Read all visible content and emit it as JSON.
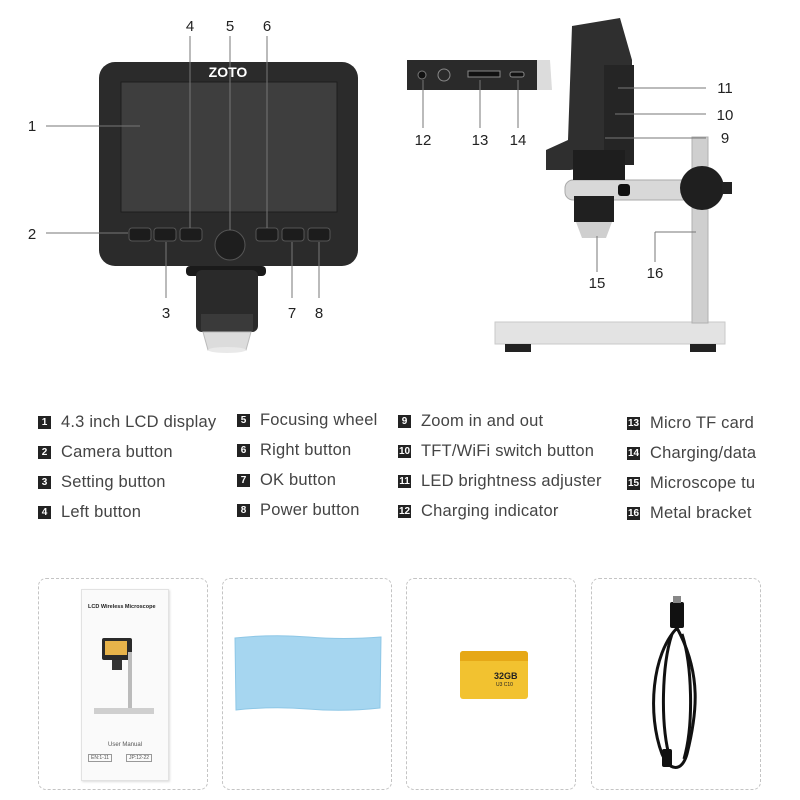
{
  "brand": "ZOTO",
  "callouts": {
    "c1": "1",
    "c2": "2",
    "c3": "3",
    "c4": "4",
    "c5": "5",
    "c6": "6",
    "c7": "7",
    "c8": "8",
    "c9": "9",
    "c10": "10",
    "c11": "11",
    "c12": "12",
    "c13": "13",
    "c14": "14",
    "c15": "15",
    "c16": "16"
  },
  "legend": [
    {
      "num": "1",
      "text": "4.3 inch LCD display"
    },
    {
      "num": "2",
      "text": "Camera button"
    },
    {
      "num": "3",
      "text": "Setting button"
    },
    {
      "num": "4",
      "text": "Left button"
    },
    {
      "num": "5",
      "text": "Focusing wheel"
    },
    {
      "num": "6",
      "text": "Right button"
    },
    {
      "num": "7",
      "text": "OK button"
    },
    {
      "num": "8",
      "text": "Power button"
    },
    {
      "num": "9",
      "text": "Zoom in and out"
    },
    {
      "num": "10",
      "text": "TFT/WiFi switch button"
    },
    {
      "num": "11",
      "text": "LED brightness adjuster"
    },
    {
      "num": "12",
      "text": "Charging indicator"
    },
    {
      "num": "13",
      "text": "Micro TF card"
    },
    {
      "num": "14",
      "text": "Charging/data"
    },
    {
      "num": "15",
      "text": "Microscope tu"
    },
    {
      "num": "16",
      "text": "Metal bracket"
    }
  ],
  "accessories": {
    "manual_title": "LCD Wireless Microscope",
    "manual_footer": "User Manual",
    "manual_lang_1": "EN:1-11",
    "manual_lang_2": "JP:12-22",
    "sd_capacity": "32GB",
    "sd_class": "U3 C10"
  },
  "colors": {
    "device_body": "#2b2b2b",
    "screen": "#3c3c3c",
    "stand": "#d9d9d9",
    "cloth": "#9fd3ef",
    "sd_card": "#f2c230"
  }
}
